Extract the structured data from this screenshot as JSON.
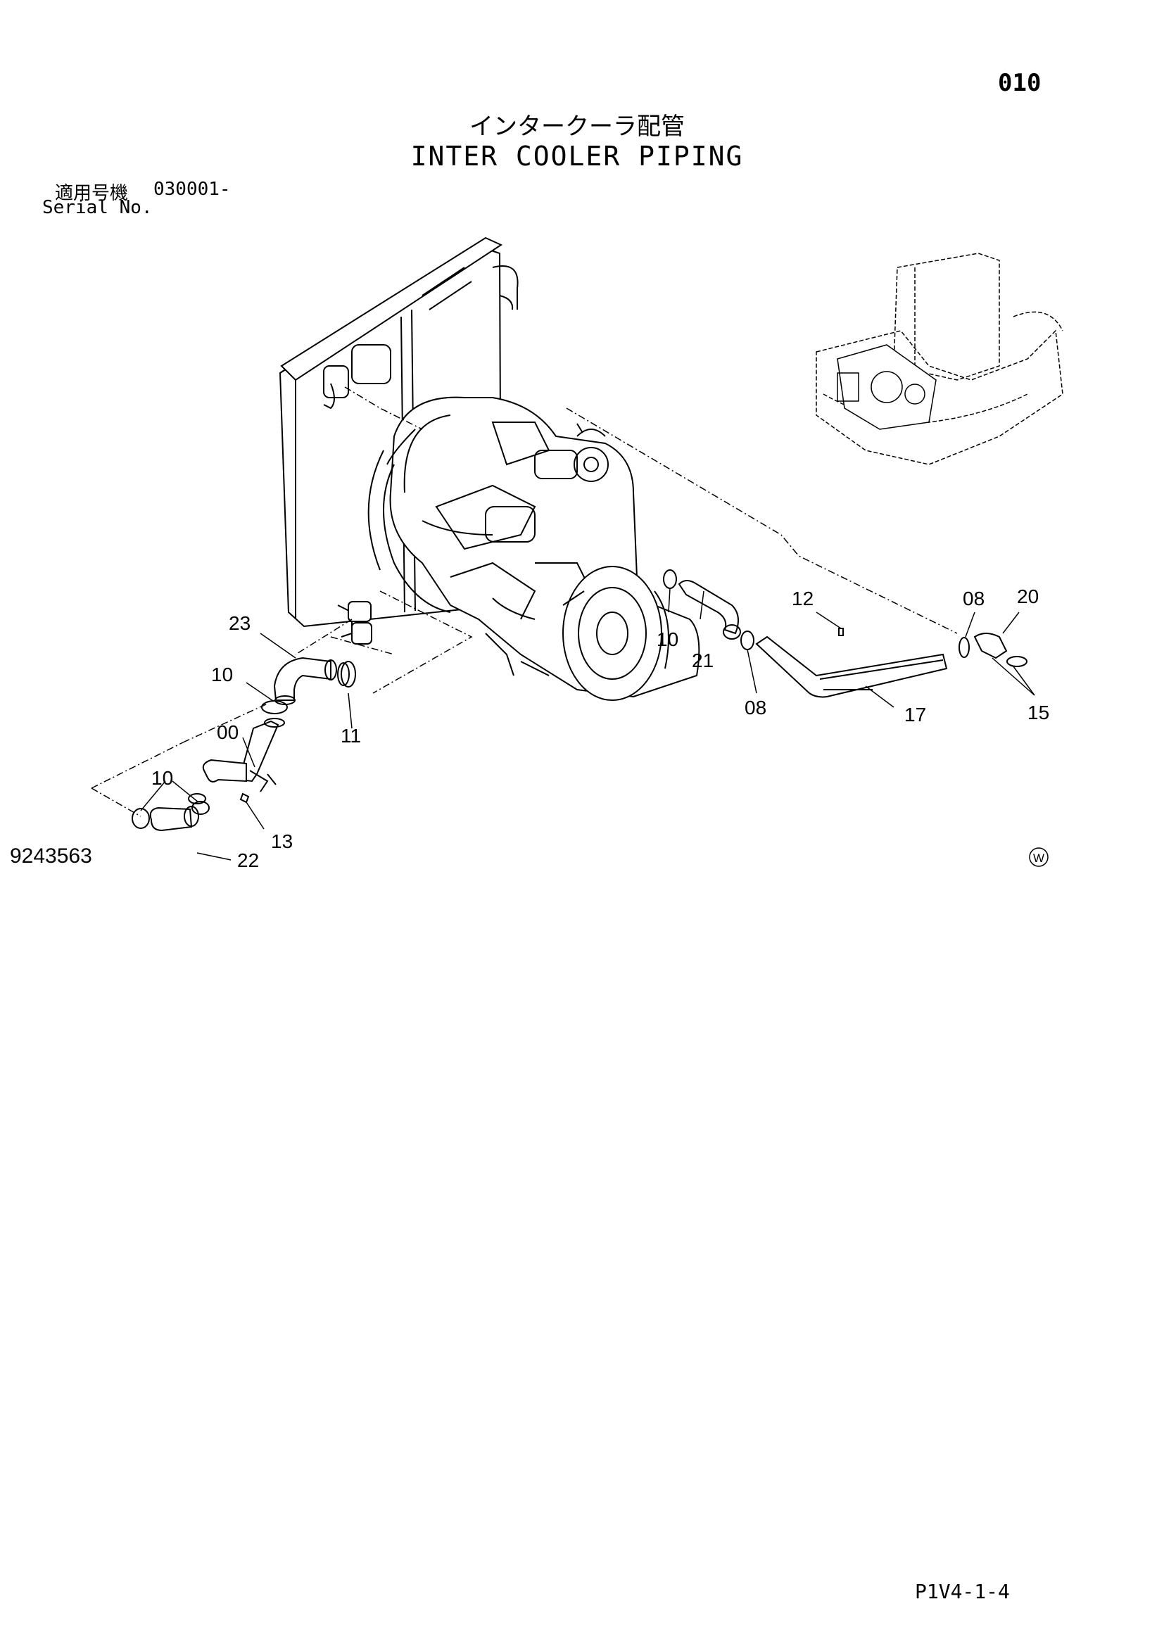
{
  "header": {
    "page_number": "010",
    "title_jp": "インタークーラ配管",
    "title_en": "INTER COOLER PIPING"
  },
  "serial": {
    "label_jp": "適用号機",
    "value": "030001-",
    "label_en": "Serial No."
  },
  "callouts": [
    {
      "label": "23"
    },
    {
      "label": "10"
    },
    {
      "label": "11"
    },
    {
      "label": "00"
    },
    {
      "label": "10"
    },
    {
      "label": "13"
    },
    {
      "label": "22"
    },
    {
      "label": "10"
    },
    {
      "label": "21"
    },
    {
      "label": "08"
    },
    {
      "label": "12"
    },
    {
      "label": "17"
    },
    {
      "label": "08"
    },
    {
      "label": "20"
    },
    {
      "label": "15"
    }
  ],
  "footer": {
    "drawing_number": "9243563",
    "watermark": "W",
    "page_code": "P1V4-1-4"
  }
}
